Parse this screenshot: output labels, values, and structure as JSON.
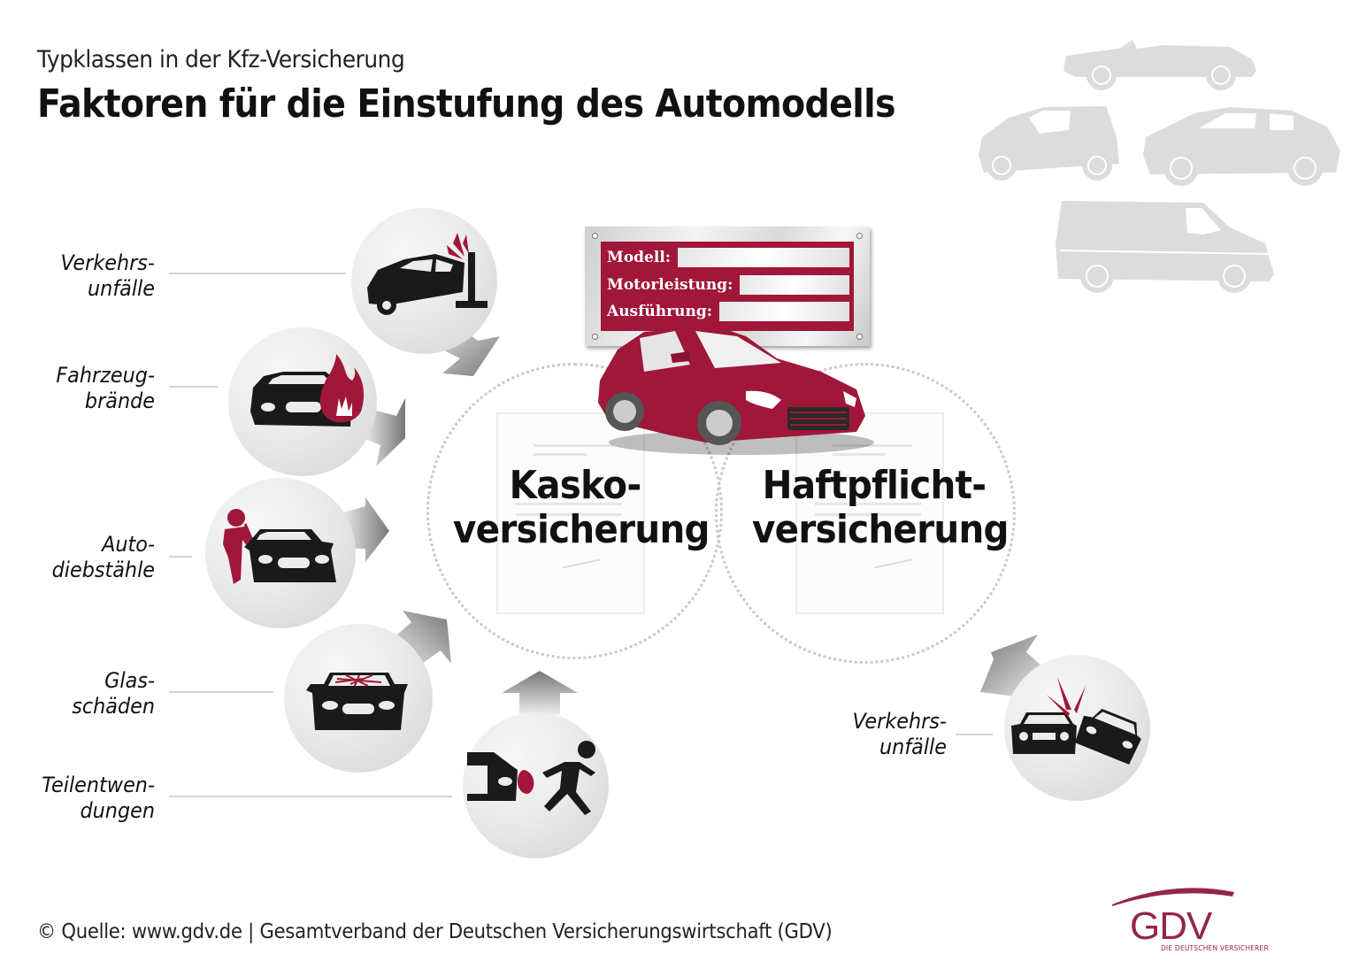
{
  "header": {
    "subtitle": "Typklassen in der Kfz-Versicherung",
    "title": "Faktoren für die Einstufung des Automodells"
  },
  "plate": {
    "rows": [
      {
        "label": "Modell:"
      },
      {
        "label": "Motorleistung:"
      },
      {
        "label": "Ausführung:"
      }
    ]
  },
  "insurance": {
    "kasko": {
      "line1": "Kasko-",
      "line2": "versicherung"
    },
    "haftpflicht": {
      "line1": "Haftpflicht-",
      "line2": "versicherung"
    }
  },
  "factors_kasko": [
    {
      "line1": "Verkehrs-",
      "line2": "unfälle",
      "icon": "car-crash-wall-icon"
    },
    {
      "line1": "Fahrzeug-",
      "line2": "brände",
      "icon": "car-fire-icon"
    },
    {
      "line1": "Auto-",
      "line2": "diebstähle",
      "icon": "car-thief-icon"
    },
    {
      "line1": "Glas-",
      "line2": "schäden",
      "icon": "broken-windshield-icon"
    },
    {
      "line1": "Teilentwen-",
      "line2": "dungen",
      "icon": "parts-theft-icon"
    }
  ],
  "factors_haftpflicht": [
    {
      "line1": "Verkehrs-",
      "line2": "unfälle",
      "icon": "two-car-collision-icon"
    }
  ],
  "vehicle_types": [
    "convertible",
    "hatchback",
    "suv",
    "van"
  ],
  "footer": {
    "source": "© Quelle: www.gdv.de | Gesamtverband der Deutschen Versicherungswirtschaft (GDV)"
  },
  "logo": {
    "text": "GDV",
    "tagline": "DIE DEUTSCHEN VERSICHERER"
  },
  "colors": {
    "accent": "#a0173a",
    "logo": "#95254a",
    "bubble": "#e6e6e6",
    "vehicle_silhouette": "#dcdcdc",
    "text": "#111111"
  }
}
